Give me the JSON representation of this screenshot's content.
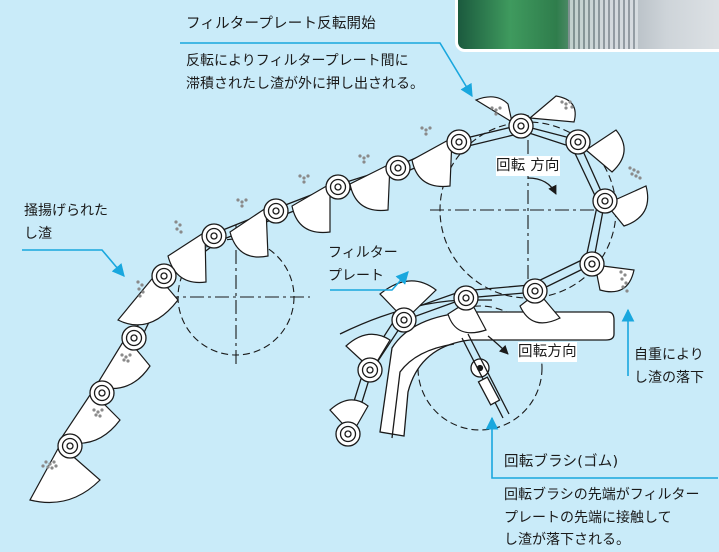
{
  "labels": {
    "reverse_start": "フィルタープレート反転開始",
    "reverse_desc": [
      "反転によりフィルタープレート間に",
      "滞積されたし渣が外に押し出される。"
    ],
    "lifted_residue": [
      "掻揚げられた",
      "し渣"
    ],
    "filter_plate": [
      "フィルター",
      "プレート"
    ],
    "rotation_upper": "回転 方向",
    "rotation_lower": "回転方向",
    "self_weight": [
      "自重により",
      "し渣の落下"
    ],
    "brush": "回転ブラシ(ゴム)",
    "brush_desc": [
      "回転ブラシの先端がフィルター",
      "プレートの先端に接触して",
      "し渣が落下される。"
    ]
  },
  "colors": {
    "background": "#c9ebf9",
    "leader": "#19a7de",
    "line": "#1a1a1a",
    "residue": "#8a8a8a",
    "plate_fill": "#ffffff"
  },
  "icons": {
    "rotation_arrow": "curved-arrow-icon",
    "leader_arrow": "arrow-icon"
  }
}
